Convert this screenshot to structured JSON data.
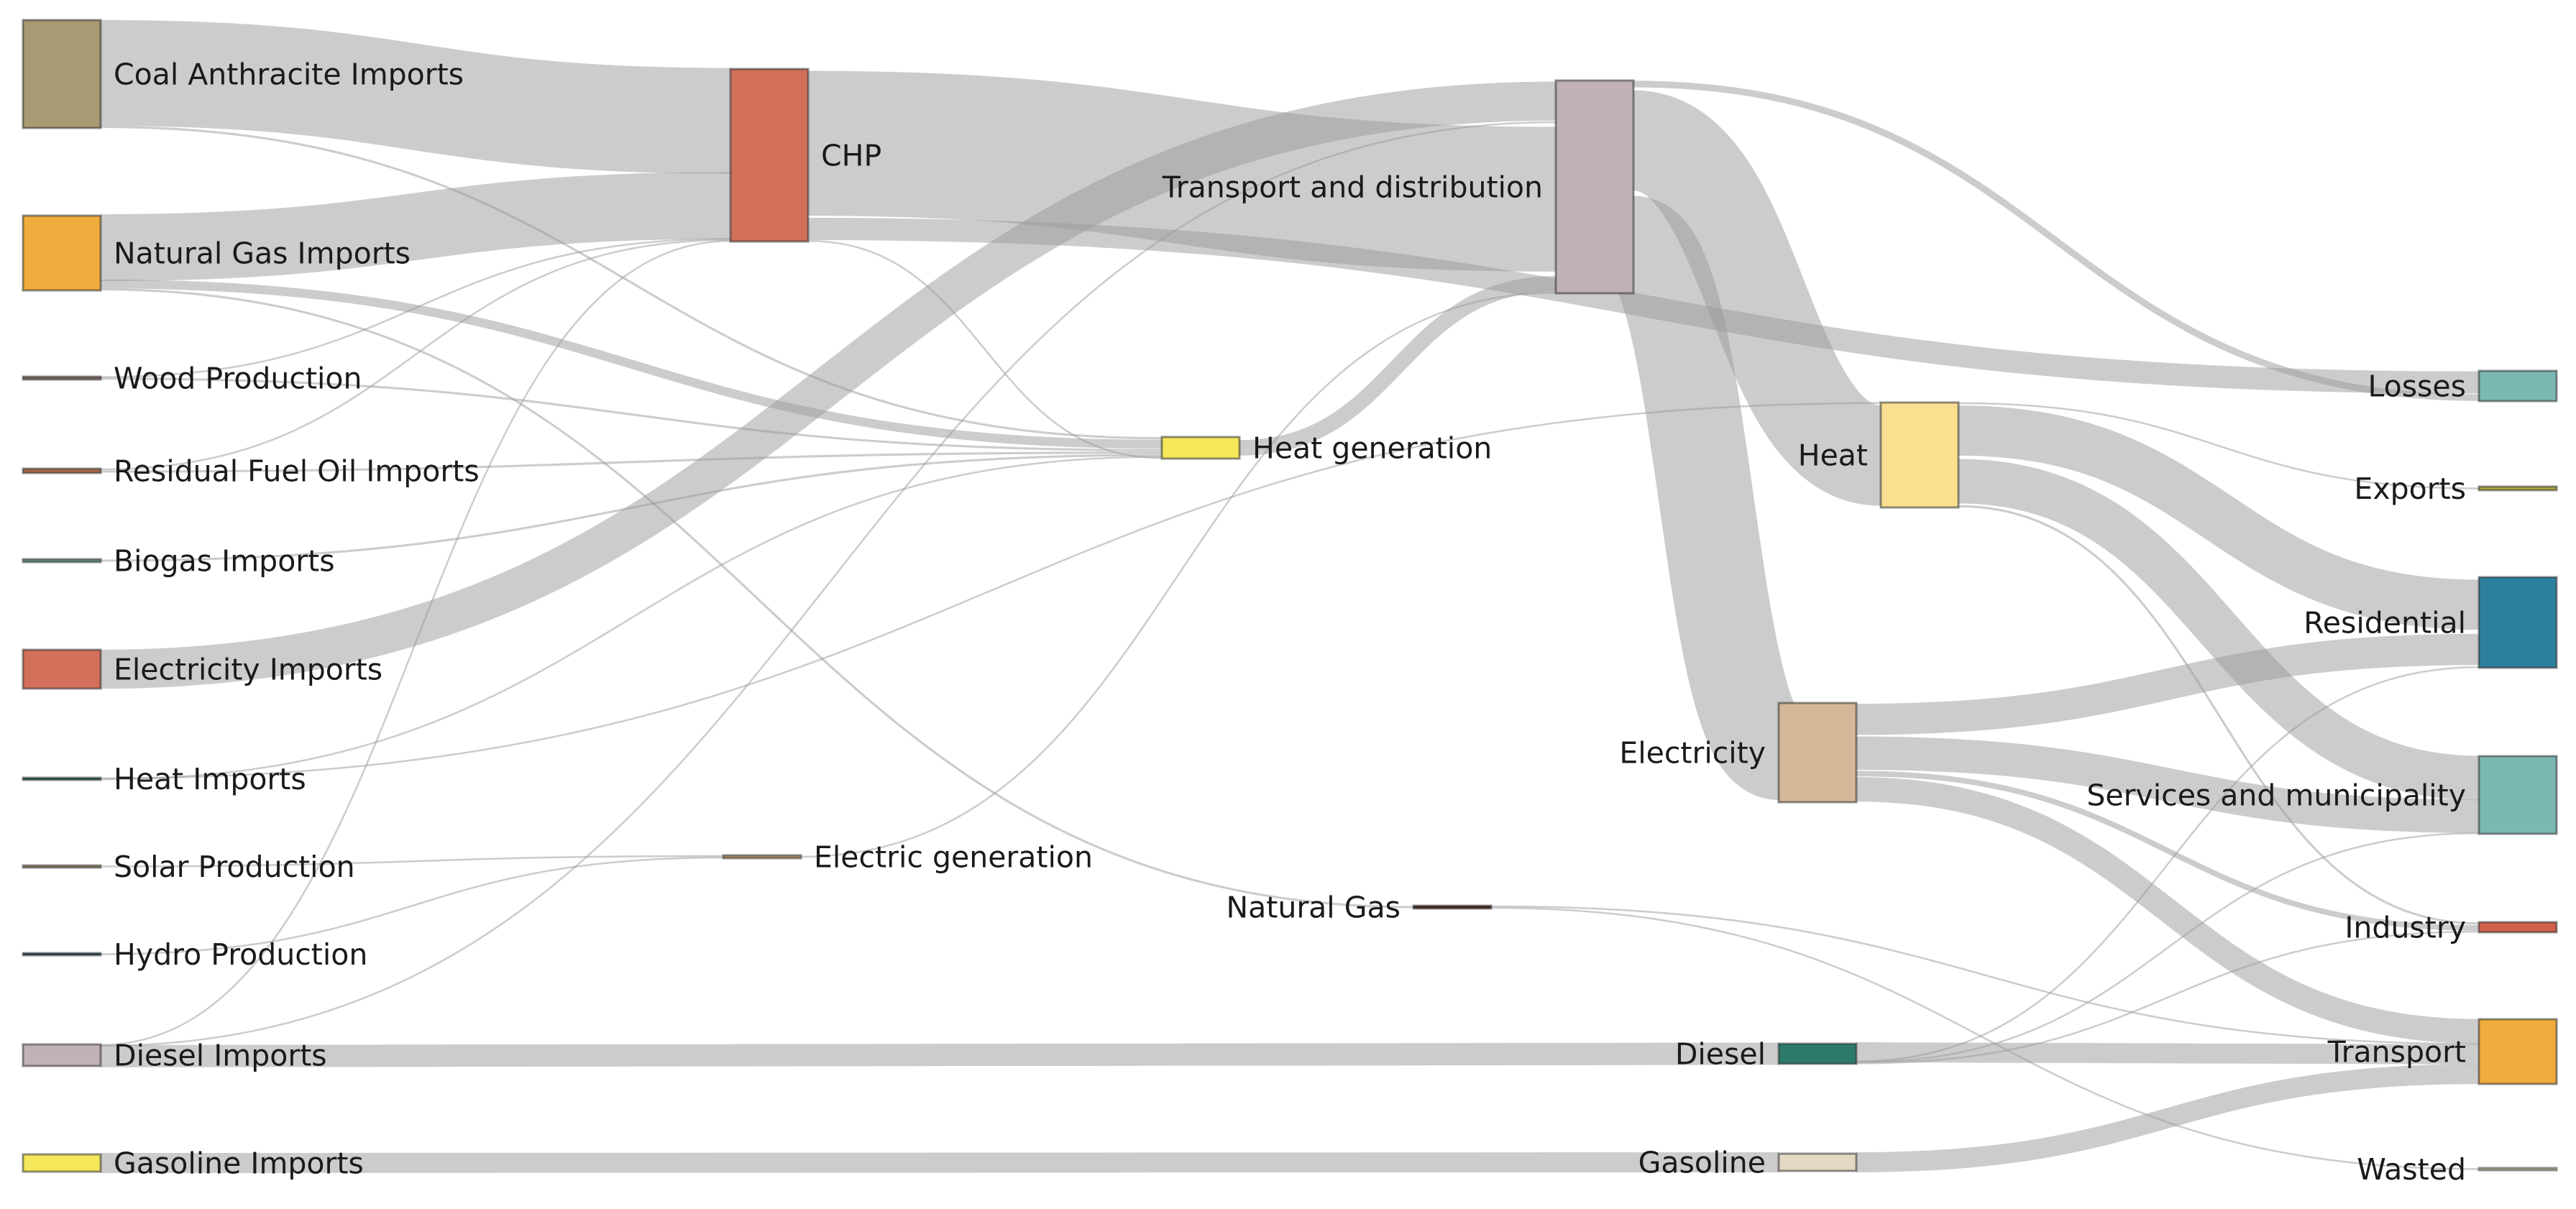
{
  "sankey": {
    "nodes": [
      {
        "id": "coal",
        "label": "Coal Anthracite Imports",
        "color": "#a89a72"
      },
      {
        "id": "natgas_imp",
        "label": "Natural Gas Imports",
        "color": "#f0ac3c"
      },
      {
        "id": "wood",
        "label": "Wood Production",
        "color": "#8b6e6a"
      },
      {
        "id": "resid",
        "label": "Residual Fuel Oil Imports",
        "color": "#a86a4a"
      },
      {
        "id": "biogas",
        "label": "Biogas Imports",
        "color": "#6a9a8e"
      },
      {
        "id": "elec_imp",
        "label": "Electricity Imports",
        "color": "#d2705a"
      },
      {
        "id": "heat_imp",
        "label": "Heat Imports",
        "color": "#2c6a5a"
      },
      {
        "id": "solar",
        "label": "Solar Production",
        "color": "#b8a070"
      },
      {
        "id": "hydro",
        "label": "Hydro Production",
        "color": "#2c5a6a"
      },
      {
        "id": "diesel_imp",
        "label": "Diesel Imports",
        "color": "#c2b2b8"
      },
      {
        "id": "gasoline_imp",
        "label": "Gasoline Imports",
        "color": "#f5e85a"
      },
      {
        "id": "chp",
        "label": "CHP",
        "color": "#d2705a"
      },
      {
        "id": "heatgen",
        "label": "Heat generation",
        "color": "#f5e85a"
      },
      {
        "id": "elecgen",
        "label": "Electric generation",
        "color": "#c29a6a"
      },
      {
        "id": "natgas",
        "label": "Natural Gas",
        "color": "#4a2a1a"
      },
      {
        "id": "td",
        "label": "Transport and distribution",
        "color": "#c2b2b8"
      },
      {
        "id": "heat",
        "label": "Heat",
        "color": "#f8e090"
      },
      {
        "id": "electricity",
        "label": "Electricity",
        "color": "#d4b898"
      },
      {
        "id": "diesel",
        "label": "Diesel",
        "color": "#2c7a6a"
      },
      {
        "id": "gasoline",
        "label": "Gasoline",
        "color": "#e4d8c4"
      },
      {
        "id": "losses",
        "label": "Losses",
        "color": "#7ab8b4"
      },
      {
        "id": "exports",
        "label": "Exports",
        "color": "#b8b040"
      },
      {
        "id": "residential",
        "label": "Residential",
        "color": "#2c809e"
      },
      {
        "id": "services",
        "label": "Services and municipality",
        "color": "#7ab8b4"
      },
      {
        "id": "industry",
        "label": "Industry",
        "color": "#d2604a"
      },
      {
        "id": "transport",
        "label": "Transport",
        "color": "#f0ac3c"
      },
      {
        "id": "wasted",
        "label": "Wasted",
        "color": "#f5f0c8"
      }
    ],
    "links": [
      {
        "source": "coal",
        "target": "chp",
        "value": 95
      },
      {
        "source": "coal",
        "target": "heatgen",
        "value": 2
      },
      {
        "source": "natgas_imp",
        "target": "chp",
        "value": 60
      },
      {
        "source": "natgas_imp",
        "target": "heatgen",
        "value": 8
      },
      {
        "source": "natgas_imp",
        "target": "natgas",
        "value": 2
      },
      {
        "source": "wood",
        "target": "chp",
        "value": 1
      },
      {
        "source": "wood",
        "target": "heatgen",
        "value": 2
      },
      {
        "source": "resid",
        "target": "chp",
        "value": 1
      },
      {
        "source": "resid",
        "target": "heatgen",
        "value": 2
      },
      {
        "source": "biogas",
        "target": "heatgen",
        "value": 2
      },
      {
        "source": "elec_imp",
        "target": "td",
        "value": 35
      },
      {
        "source": "heat_imp",
        "target": "heat",
        "value": 1
      },
      {
        "source": "heat_imp",
        "target": "heatgen",
        "value": 1
      },
      {
        "source": "solar",
        "target": "elecgen",
        "value": 1
      },
      {
        "source": "hydro",
        "target": "elecgen",
        "value": 1
      },
      {
        "source": "diesel_imp",
        "target": "chp",
        "value": 1
      },
      {
        "source": "diesel_imp",
        "target": "td",
        "value": 1
      },
      {
        "source": "diesel_imp",
        "target": "diesel",
        "value": 20
      },
      {
        "source": "gasoline_imp",
        "target": "gasoline",
        "value": 18
      },
      {
        "source": "chp",
        "target": "td",
        "value": 130
      },
      {
        "source": "chp",
        "target": "losses",
        "value": 20
      },
      {
        "source": "chp",
        "target": "heatgen",
        "value": 1
      },
      {
        "source": "heatgen",
        "target": "td",
        "value": 14
      },
      {
        "source": "elecgen",
        "target": "td",
        "value": 1
      },
      {
        "source": "td",
        "target": "losses",
        "value": 6
      },
      {
        "source": "td",
        "target": "heat",
        "value": 90
      },
      {
        "source": "td",
        "target": "electricity",
        "value": 85
      },
      {
        "source": "heat",
        "target": "exports",
        "value": 1
      },
      {
        "source": "heat",
        "target": "residential",
        "value": 45
      },
      {
        "source": "heat",
        "target": "services",
        "value": 40
      },
      {
        "source": "heat",
        "target": "industry",
        "value": 2
      },
      {
        "source": "electricity",
        "target": "residential",
        "value": 28
      },
      {
        "source": "electricity",
        "target": "services",
        "value": 30
      },
      {
        "source": "electricity",
        "target": "industry",
        "value": 5
      },
      {
        "source": "electricity",
        "target": "transport",
        "value": 22
      },
      {
        "source": "natgas",
        "target": "transport",
        "value": 1
      },
      {
        "source": "natgas",
        "target": "wasted",
        "value": 1
      },
      {
        "source": "diesel",
        "target": "transport",
        "value": 18
      },
      {
        "source": "diesel",
        "target": "residential",
        "value": 1
      },
      {
        "source": "diesel",
        "target": "services",
        "value": 1
      },
      {
        "source": "diesel",
        "target": "industry",
        "value": 1
      },
      {
        "source": "gasoline",
        "target": "transport",
        "value": 18
      }
    ]
  }
}
